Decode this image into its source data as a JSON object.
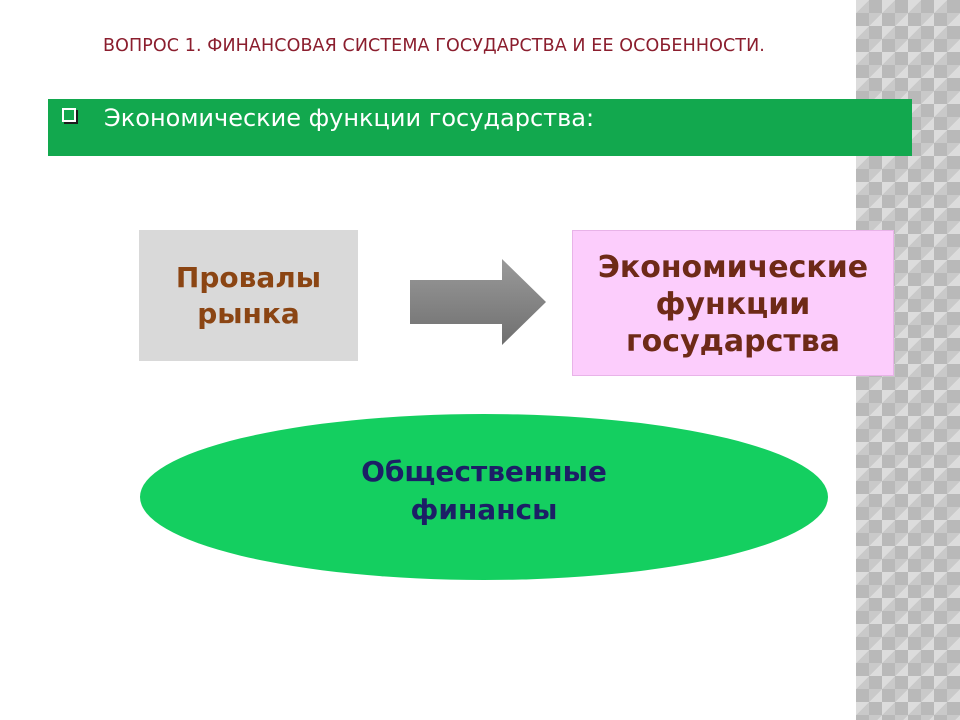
{
  "slide": {
    "title": "ВОПРОС 1. ФИНАНСОВАЯ СИСТЕМА ГОСУДАРСТВА И ЕЕ ОСОБЕННОСТИ.",
    "banner_text": "Экономические функции государства:"
  },
  "diagram": {
    "left_box": {
      "line1": "Провалы",
      "line2": "рынка"
    },
    "right_box": {
      "line1": "Экономические",
      "line2": "функции",
      "line3": "государства"
    },
    "ellipse": {
      "line1": "Общественные",
      "line2": "финансы"
    }
  },
  "colors": {
    "title": "#8b1e2e",
    "banner": "#12a84e",
    "left_box_bg": "#d9d9d9",
    "left_box_text": "#8b4513",
    "right_box_bg": "#fccdfc",
    "right_box_text": "#6e2a17",
    "ellipse_bg": "#14cf60",
    "ellipse_text": "#1c1f66",
    "arrow": "#808080"
  },
  "icons": {
    "banner_bullet": "checkbox-bullet-icon",
    "connector": "right-arrow-icon"
  }
}
